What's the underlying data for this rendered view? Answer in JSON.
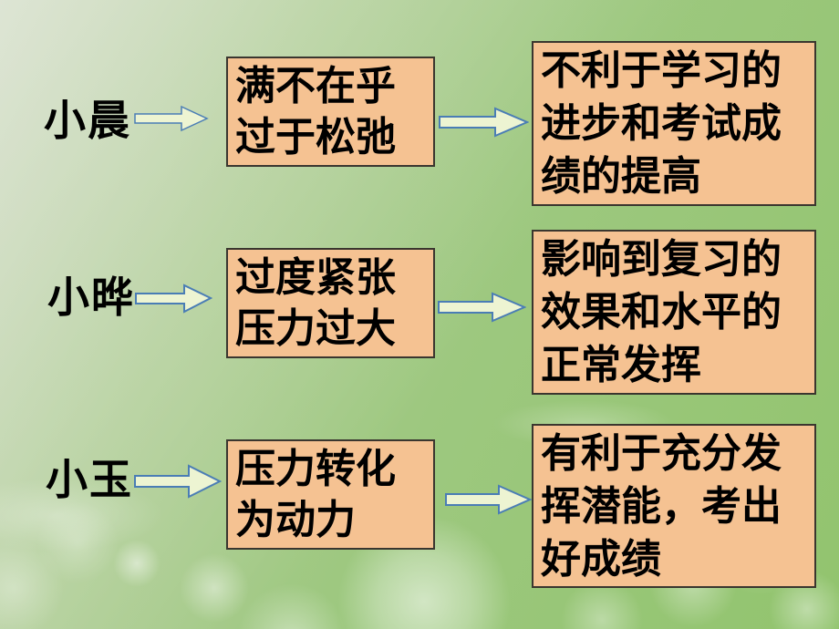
{
  "colors": {
    "bg_green": "#9CC87E",
    "box_fill": "#F5C292",
    "box_border": "#3A362F",
    "arrow_fill": "#EDF4D2",
    "arrow_border": "#4A7DB5",
    "text_color": "#000000"
  },
  "diagram": {
    "rows": [
      {
        "person": "小晨",
        "cause_lines": [
          "满不在乎",
          "过于松弛"
        ],
        "effect_lines": [
          "不利于学习的",
          "进步和考试成",
          "绩的提高"
        ]
      },
      {
        "person": "小晔",
        "cause_lines": [
          "过度紧张",
          "压力过大"
        ],
        "effect_lines": [
          "影响到复习的",
          "效果和水平的",
          "正常发挥"
        ]
      },
      {
        "person": "小玉",
        "cause_lines": [
          "压力转化",
          "为动力"
        ],
        "effect_lines": [
          "有利于充分发",
          "挥潜能，考出",
          "好成绩"
        ]
      }
    ]
  }
}
